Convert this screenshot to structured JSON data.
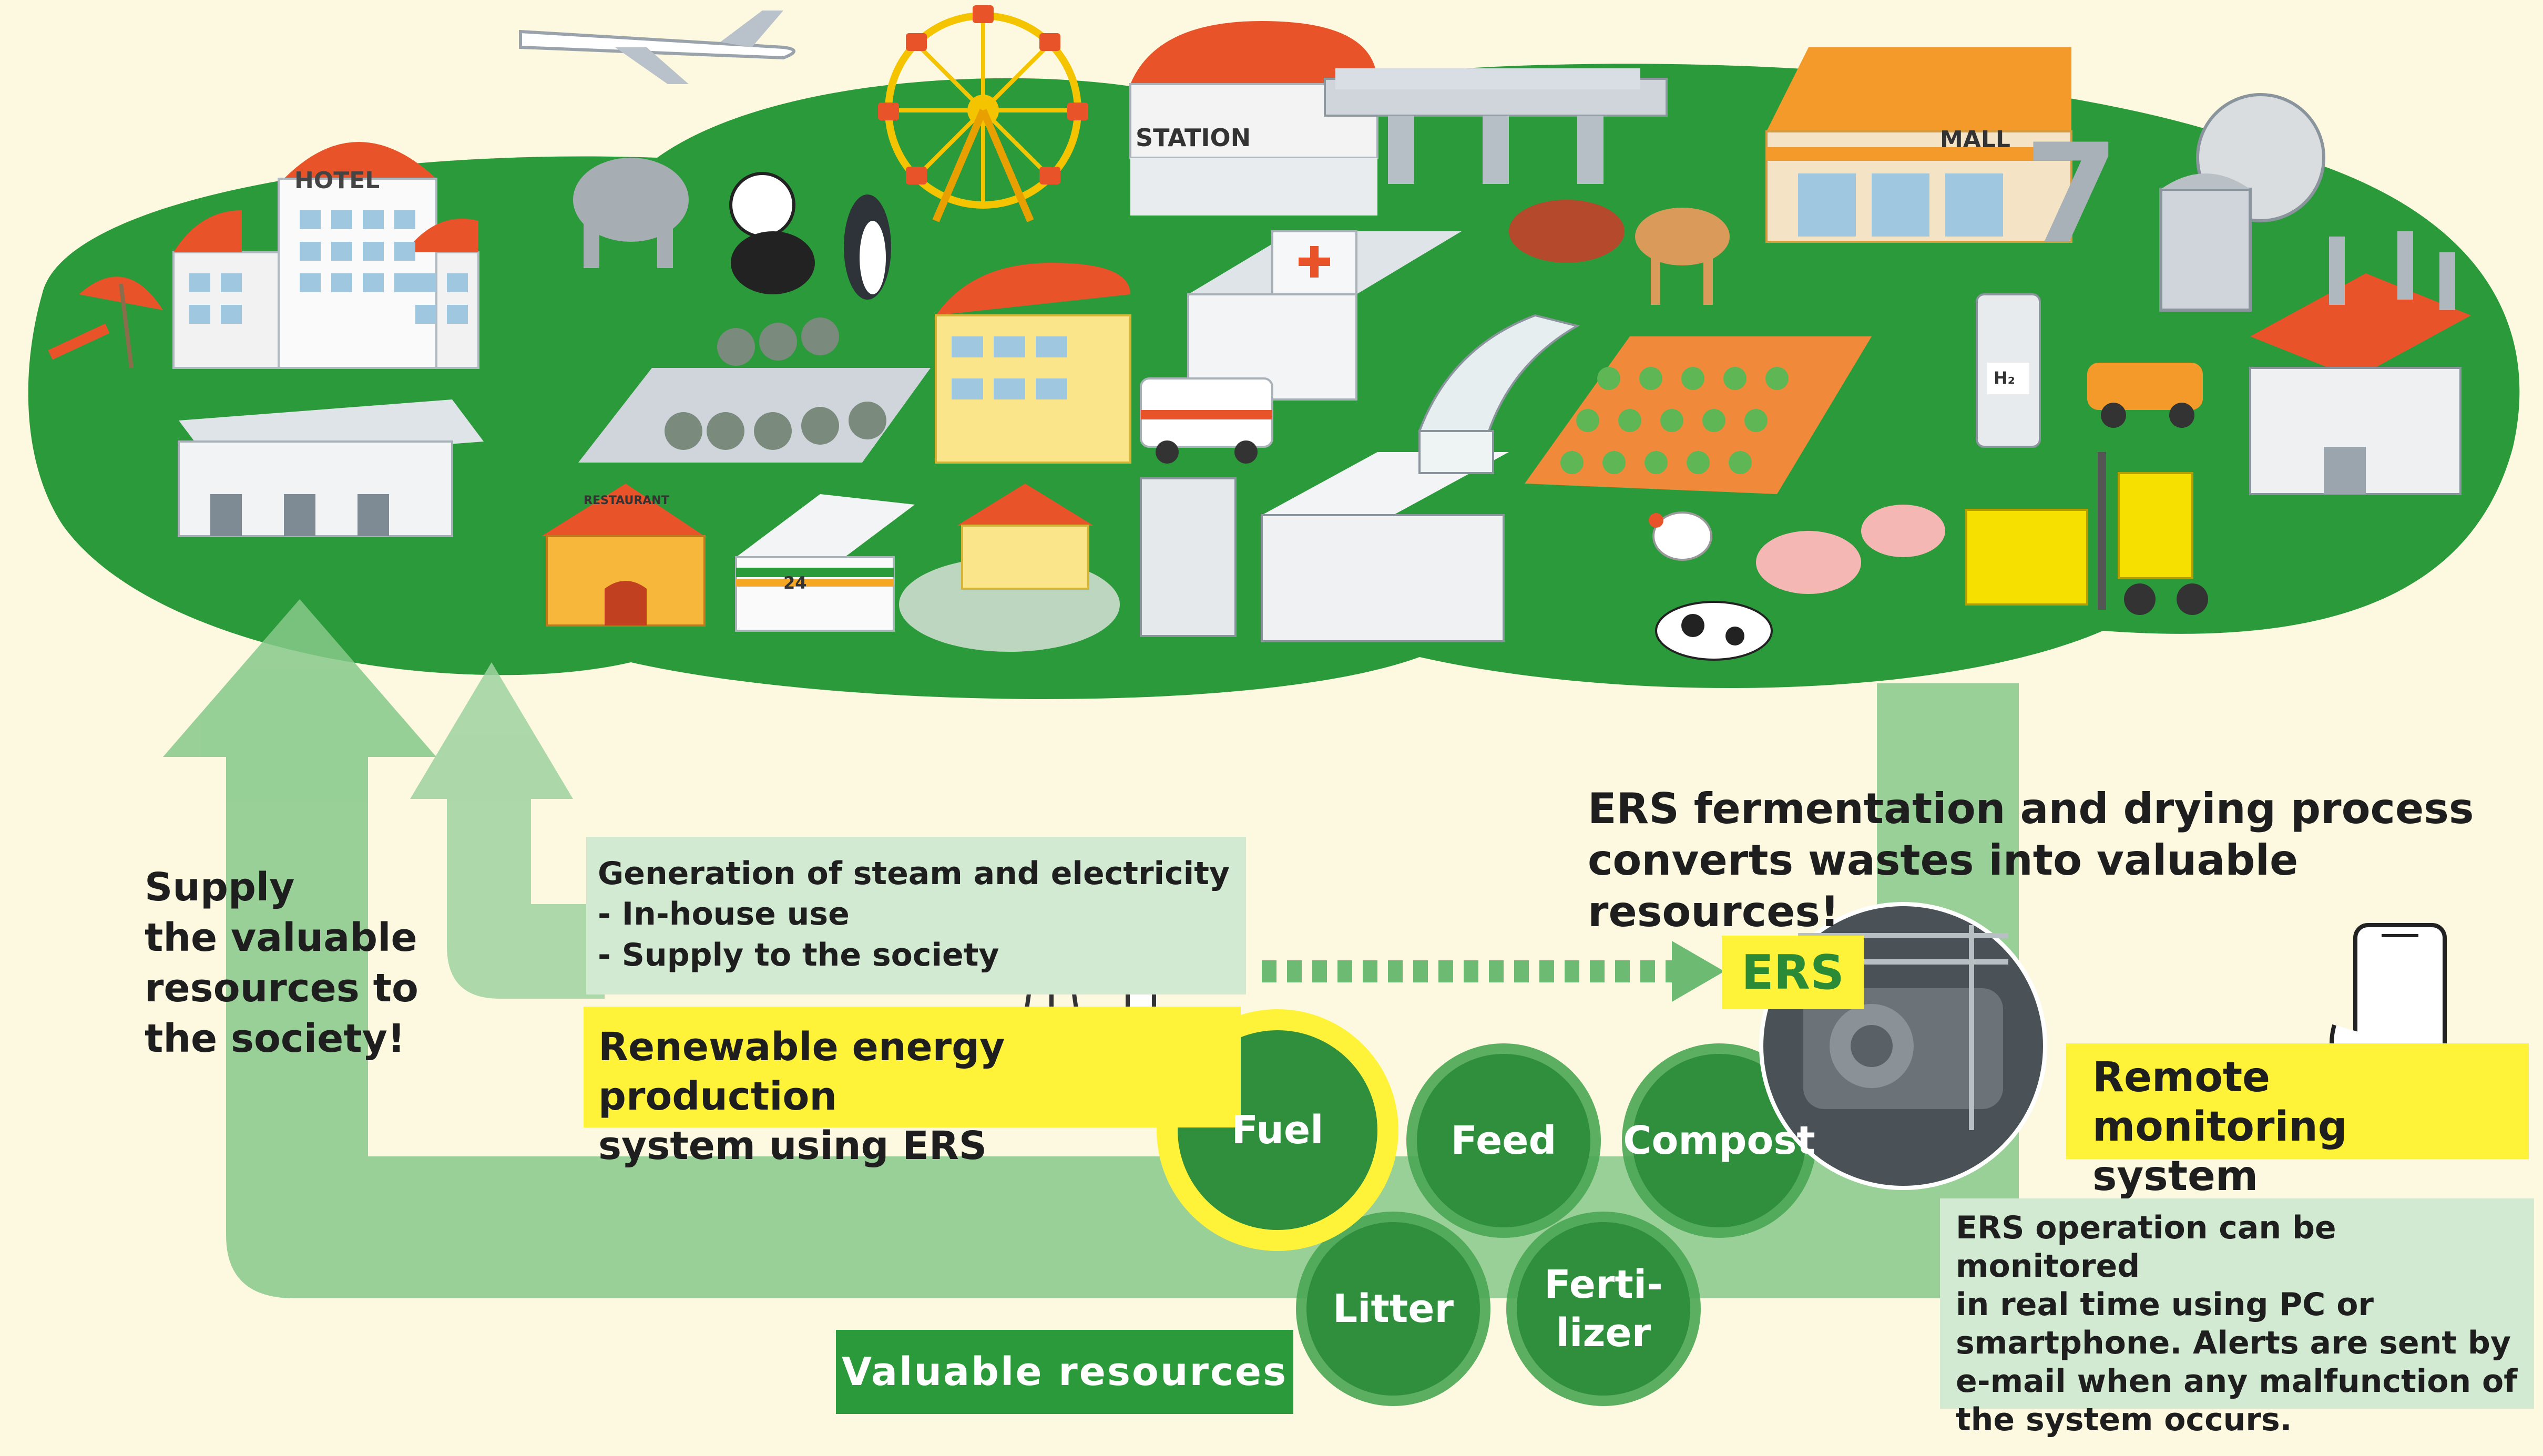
{
  "colors": {
    "background": "#fdf9e0",
    "island_green": "#2b9a3a",
    "arrow_green": "#86c98a",
    "light_green_box": "#d3ead2",
    "highlight_yellow": "#fff33a",
    "circle_green": "#4aa653",
    "circle_dark": "#2f8f3c"
  },
  "island": {
    "building_signs": {
      "hotel": "HOTEL",
      "station": "STATION",
      "mall": "MALL",
      "restaurant": "RESTAURANT",
      "convenience_store": "24",
      "hydrogen_station": "H₂",
      "seven": "7"
    }
  },
  "supply_text": "Supply\nthe valuable\nresources to\nthe society!",
  "generation_box": {
    "title": "Generation of steam and electricity",
    "items": [
      "- In-house use",
      "- Supply to the society"
    ]
  },
  "renewable_label": "Renewable energy production\nsystem using ERS",
  "ers_heading": "ERS fermentation and drying process\nconverts wastes into valuable resources!",
  "ers_label": "ERS",
  "resources": {
    "fuel": "Fuel",
    "feed": "Feed",
    "compost": "Compost",
    "litter": "Litter",
    "fertilizer": "Ferti-\nlizer"
  },
  "valuable_resources_label": "Valuable resources",
  "remote_label": "Remote\nmonitoring system",
  "remote_description": "ERS operation can be monitored\nin real time using PC or\nsmartphone. Alerts are sent by\ne-mail when any malfunction of\nthe system occurs.",
  "icons": [
    "airplane-icon",
    "steam-cloud-icon",
    "light-bulb-icon",
    "smartphone-icon",
    "ferris-wheel-icon",
    "tractor-icon"
  ]
}
